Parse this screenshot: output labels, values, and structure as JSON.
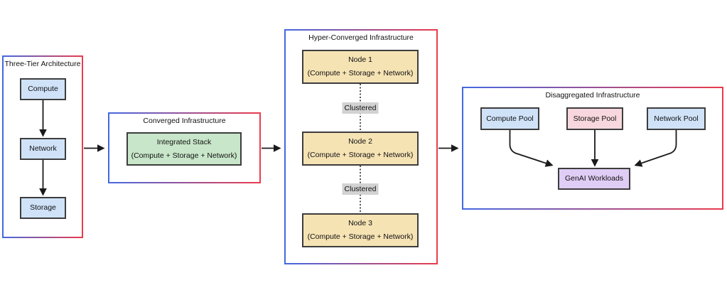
{
  "diagram": {
    "background": "#ffffff",
    "panel_border_gradient": {
      "from": "#4468e1",
      "to": "#ea3b4d"
    },
    "box_border_color": "#3d3d3d",
    "arrow_color": "#1a1a1a",
    "panels": [
      {
        "title": "Three-Tier Architecture",
        "boxes": [
          {
            "label": "Compute",
            "fill": "#cfe2f8"
          },
          {
            "label": "Network",
            "fill": "#cfe2f8"
          },
          {
            "label": "Storage",
            "fill": "#cfe2f8"
          }
        ]
      },
      {
        "title": "Converged Infrastructure",
        "boxes": [
          {
            "line1": "Integrated Stack",
            "line2": "(Compute + Storage + Network)",
            "fill": "#c8e6c9"
          }
        ]
      },
      {
        "title": "Hyper-Converged Infrastructure",
        "cluster_label": "Clustered",
        "cluster_label_fill": "#d2d2d2",
        "boxes": [
          {
            "line1": "Node 1",
            "line2": "(Compute + Storage + Network)",
            "fill": "#f6e3b4"
          },
          {
            "line1": "Node 2",
            "line2": "(Compute + Storage + Network)",
            "fill": "#f6e3b4"
          },
          {
            "line1": "Node 3",
            "line2": "(Compute + Storage + Network)",
            "fill": "#f6e3b4"
          }
        ]
      },
      {
        "title": "Disaggregated Infrastructure",
        "boxes": [
          {
            "label": "Compute Pool",
            "fill": "#cfe2f8"
          },
          {
            "label": "Storage Pool",
            "fill": "#f8d7de"
          },
          {
            "label": "Network Pool",
            "fill": "#cfe2f8"
          },
          {
            "label": "GenAI Workloads",
            "fill": "#e0cdf6"
          }
        ]
      }
    ]
  }
}
